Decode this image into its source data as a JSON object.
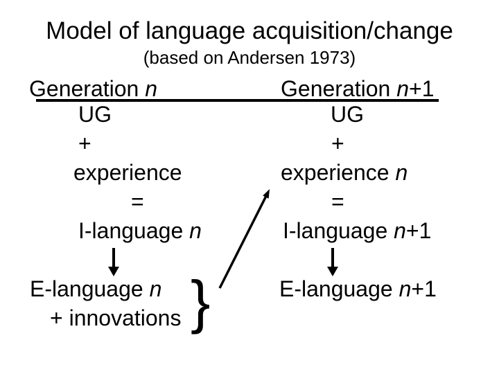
{
  "slide": {
    "title": "Model of language acquisition/change",
    "subtitle": "(based on Andersen 1973)",
    "left_column": {
      "header": {
        "prefix": "Generation ",
        "var": "n",
        "suffix": ""
      },
      "ug": "UG",
      "plus": "+",
      "experience": {
        "prefix": "experience",
        "var": "",
        "suffix": ""
      },
      "equals": "=",
      "i_language": {
        "prefix": "I-language ",
        "var": "n",
        "suffix": ""
      },
      "e_language": {
        "prefix": "E-language ",
        "var": "n",
        "suffix": ""
      },
      "innovations": "+ innovations"
    },
    "right_column": {
      "header": {
        "prefix": "Generation ",
        "var": "n",
        "suffix": "+1"
      },
      "ug": "UG",
      "plus": "+",
      "experience": {
        "prefix": "experience ",
        "var": "n",
        "suffix": ""
      },
      "equals": "=",
      "i_language": {
        "prefix": "I-language ",
        "var": "n",
        "suffix": "+1"
      },
      "e_language": {
        "prefix": "E-language ",
        "var": "n",
        "suffix": "+1"
      }
    },
    "brace_glyph": "}",
    "icons": {
      "down_arrow": "↓",
      "diagonal_arrow": "↗"
    },
    "colors": {
      "background": "#ffffff",
      "text": "#000000"
    }
  }
}
